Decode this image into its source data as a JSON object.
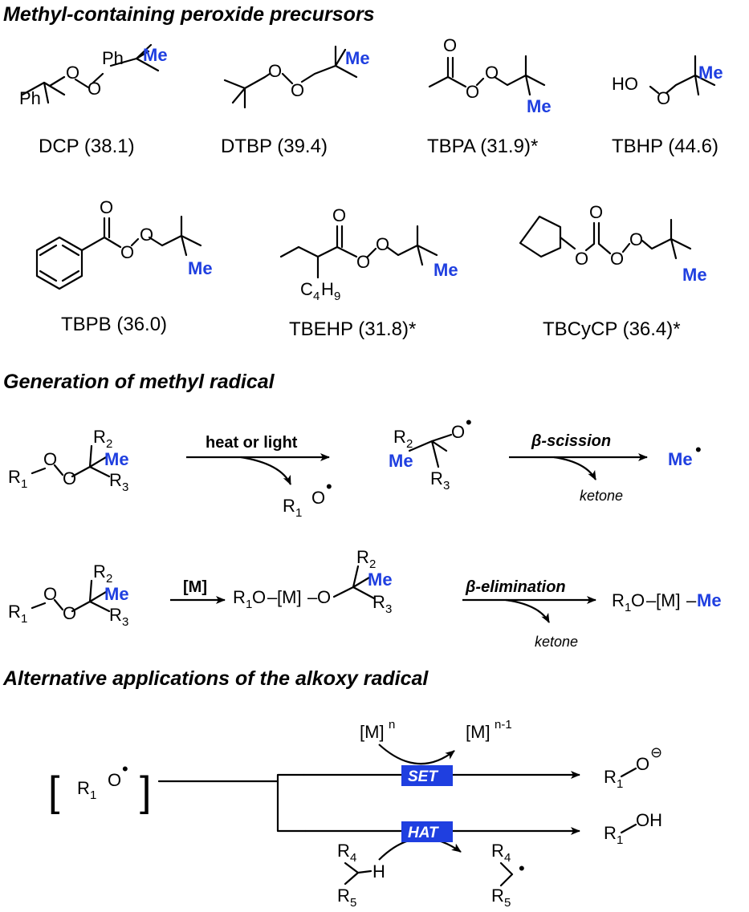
{
  "sections": {
    "precursors": "Methyl-containing peroxide precursors",
    "generation": "Generation of methyl radical",
    "alternative": "Alternative applications of the alkoxy radical"
  },
  "compounds": [
    {
      "name": "DCP (38.1)"
    },
    {
      "name": "DTBP (39.4)"
    },
    {
      "name": "TBPA (31.9)*"
    },
    {
      "name": "TBHP (44.6)"
    },
    {
      "name": "TBPB (36.0)"
    },
    {
      "name": "TBEHP (31.8)*"
    },
    {
      "name": "TBCyCP (36.4)*"
    }
  ],
  "atoms": {
    "O": "O",
    "Ph": "Ph",
    "Me": "Me",
    "HO": "HO",
    "H": "H",
    "R": "R",
    "C": "C",
    "OH": "OH",
    "M": "[M]",
    "n": "n",
    "n_minus_1": "n-1",
    "s1": "1",
    "s2": "2",
    "s3": "3",
    "s4": "4",
    "s5": "5",
    "s9": "9",
    "dot": "•",
    "anion": "⊖",
    "dash": "–",
    "bra_l": "[",
    "bra_r": "]"
  },
  "conditions": {
    "heat_or_light": "heat or light",
    "beta_scission": "β-scission",
    "ketone": "ketone",
    "metal": "[M]",
    "beta_elimination": "β-elimination",
    "set": "SET",
    "hat": "HAT"
  },
  "colors": {
    "methyl": "#1f3fe0",
    "box": "#1f3fe0"
  }
}
